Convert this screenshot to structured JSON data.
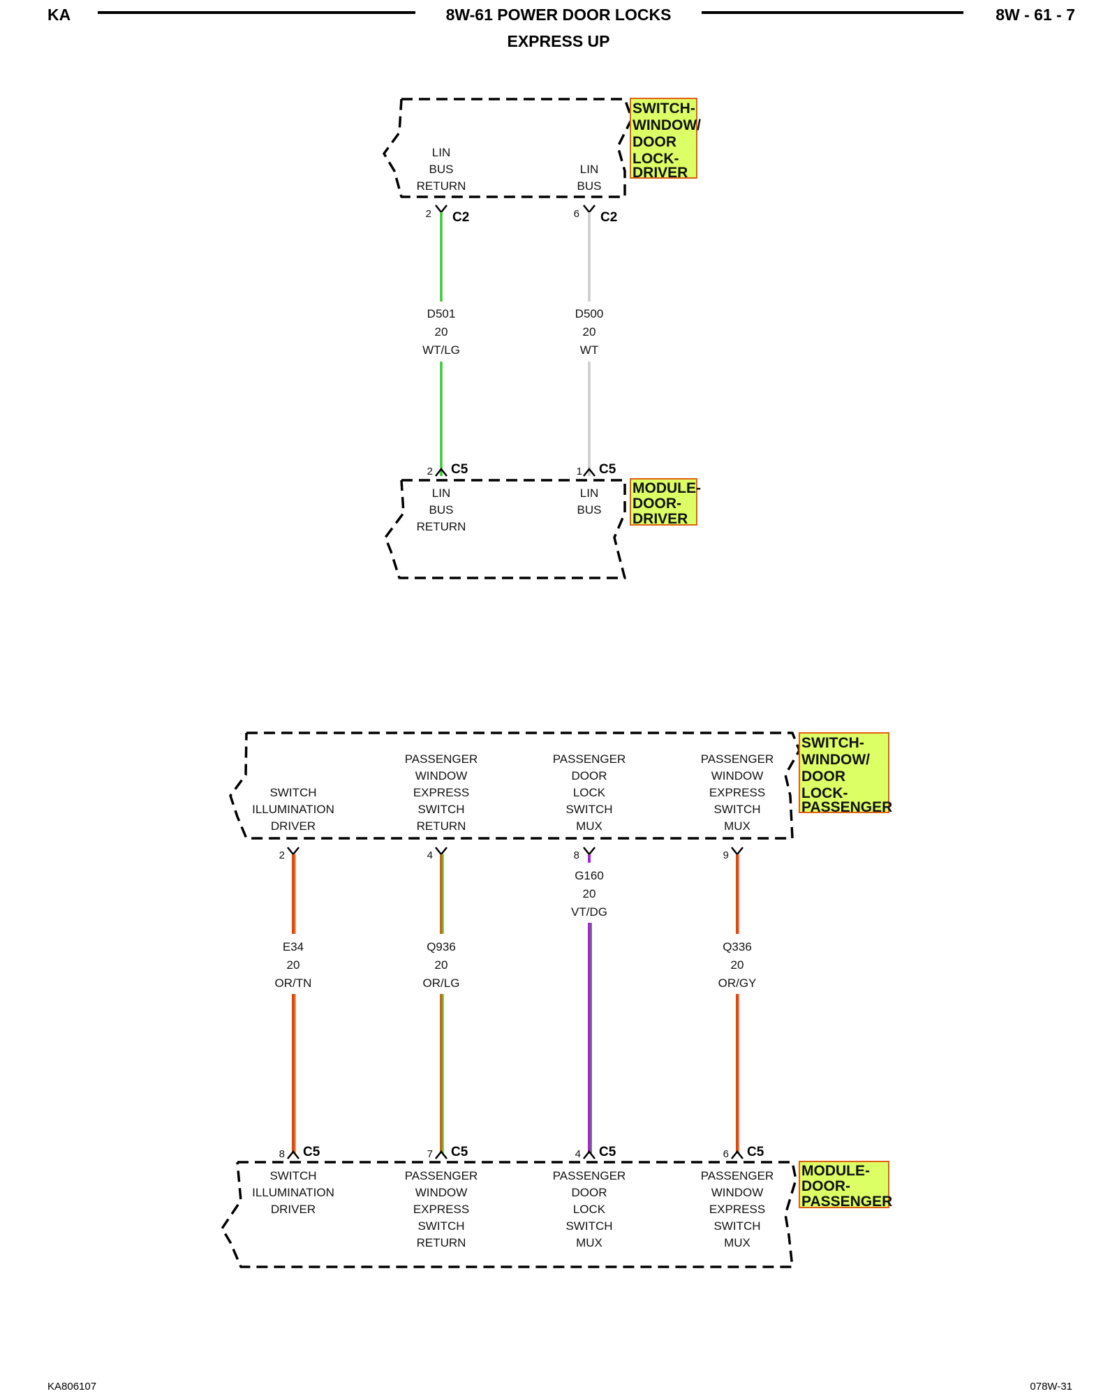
{
  "header": {
    "left": "KA",
    "title": "8W-61 POWER DOOR LOCKS",
    "subtitle": "EXPRESS UP",
    "page": "8W - 61 - 7"
  },
  "footer": {
    "left": "KA806107",
    "right": "078W-31"
  },
  "colors": {
    "label_fill": "#ddff66",
    "label_border": "#e06010",
    "wire_lg": "#33cc33",
    "wire_wt": "#cccccc",
    "wire_or": "#ee4400",
    "wire_tn": "#c47a3a",
    "wire_vt": "#aa22dd",
    "wire_dg": "#226622"
  },
  "top": {
    "component_top": {
      "name": [
        "SWITCH-",
        "WINDOW/",
        "DOOR",
        "LOCK-",
        "DRIVER"
      ]
    },
    "component_bottom": {
      "name": [
        "MODULE-",
        "DOOR-",
        "DRIVER"
      ]
    },
    "circuits": [
      {
        "top_label": [
          "LIN",
          "BUS",
          "RETURN"
        ],
        "top_pin": "2",
        "top_conn": "C2",
        "wire": [
          "D501",
          "20",
          "WT/LG"
        ],
        "bottom_pin": "2",
        "bottom_conn": "C5",
        "bottom_label": [
          "LIN",
          "BUS",
          "RETURN"
        ]
      },
      {
        "top_label": [
          "LIN",
          "BUS"
        ],
        "top_pin": "6",
        "top_conn": "C2",
        "wire": [
          "D500",
          "20",
          "WT"
        ],
        "bottom_pin": "1",
        "bottom_conn": "C5",
        "bottom_label": [
          "LIN",
          "BUS"
        ]
      }
    ]
  },
  "bottom": {
    "component_top": {
      "name": [
        "SWITCH-",
        "WINDOW/",
        "DOOR",
        "LOCK-",
        "PASSENGER"
      ]
    },
    "component_bottom": {
      "name": [
        "MODULE-",
        "DOOR-",
        "PASSENGER"
      ]
    },
    "circuits": [
      {
        "top_label": [
          "SWITCH",
          "ILLUMINATION",
          "DRIVER"
        ],
        "top_pin": "2",
        "wire": [
          "E34",
          "20",
          "OR/TN"
        ],
        "bottom_pin": "8",
        "bottom_conn": "C5",
        "bottom_label": [
          "SWITCH",
          "ILLUMINATION",
          "DRIVER"
        ]
      },
      {
        "top_label": [
          "PASSENGER",
          "WINDOW",
          "EXPRESS",
          "SWITCH",
          "RETURN"
        ],
        "top_pin": "4",
        "wire": [
          "Q936",
          "20",
          "OR/LG"
        ],
        "bottom_pin": "7",
        "bottom_conn": "C5",
        "bottom_label": [
          "PASSENGER",
          "WINDOW",
          "EXPRESS",
          "SWITCH",
          "RETURN"
        ]
      },
      {
        "top_label": [
          "PASSENGER",
          "DOOR",
          "LOCK",
          "SWITCH",
          "MUX"
        ],
        "top_pin": "8",
        "wire": [
          "G160",
          "20",
          "VT/DG"
        ],
        "bottom_pin": "4",
        "bottom_conn": "C5",
        "bottom_label": [
          "PASSENGER",
          "DOOR",
          "LOCK",
          "SWITCH",
          "MUX"
        ]
      },
      {
        "top_label": [
          "PASSENGER",
          "WINDOW",
          "EXPRESS",
          "SWITCH",
          "MUX"
        ],
        "top_pin": "9",
        "wire": [
          "Q336",
          "20",
          "OR/GY"
        ],
        "bottom_pin": "6",
        "bottom_conn": "C5",
        "bottom_label": [
          "PASSENGER",
          "WINDOW",
          "EXPRESS",
          "SWITCH",
          "MUX"
        ]
      }
    ]
  }
}
